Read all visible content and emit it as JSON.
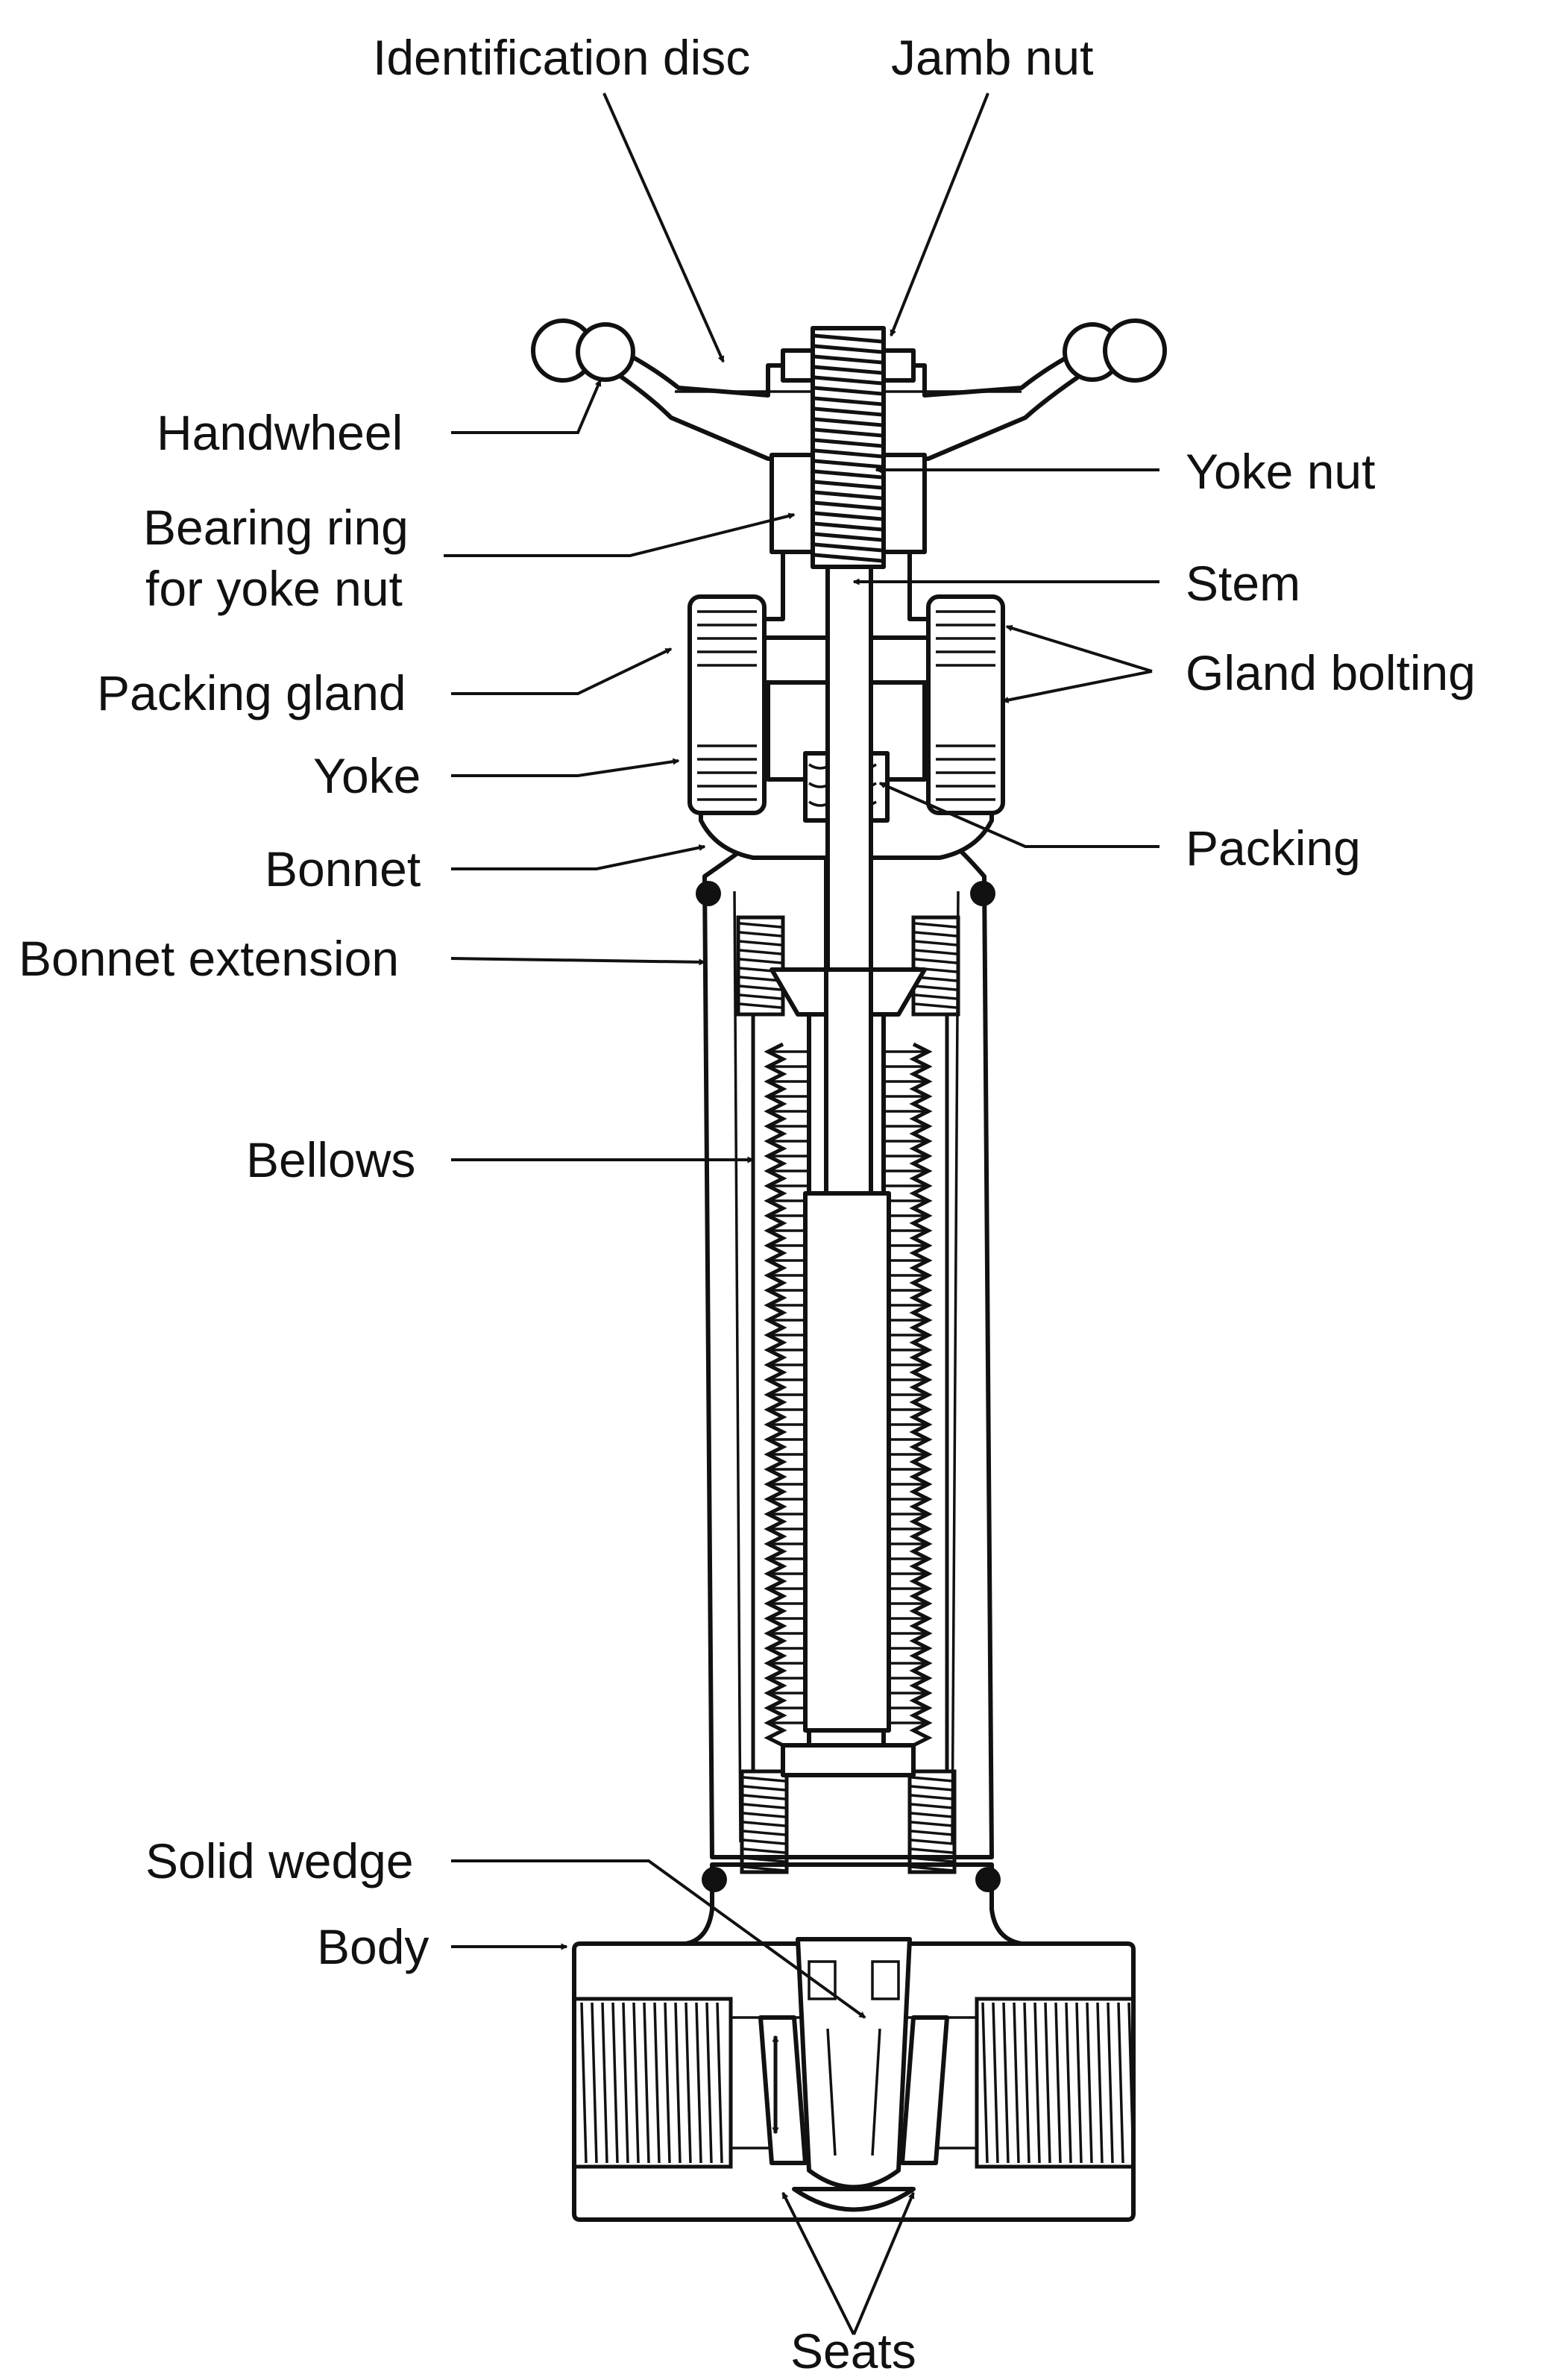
{
  "diagram": {
    "subject": "bellows seal gate valve cross-section",
    "colors": {
      "line": "#111111",
      "background": "#ffffff"
    },
    "labels": {
      "identification_disc": "Identification disc",
      "jamb_nut": "Jamb nut",
      "handwheel": "Handwheel",
      "yoke_nut": "Yoke nut",
      "bearing_ring_1": "Bearing ring",
      "bearing_ring_2": "for yoke nut",
      "stem": "Stem",
      "gland_bolting": "Gland bolting",
      "packing_gland": "Packing gland",
      "yoke": "Yoke",
      "packing": "Packing",
      "bonnet": "Bonnet",
      "bonnet_extension": "Bonnet extension",
      "bellows": "Bellows",
      "solid_wedge": "Solid wedge",
      "body": "Body",
      "seats": "Seats"
    }
  }
}
